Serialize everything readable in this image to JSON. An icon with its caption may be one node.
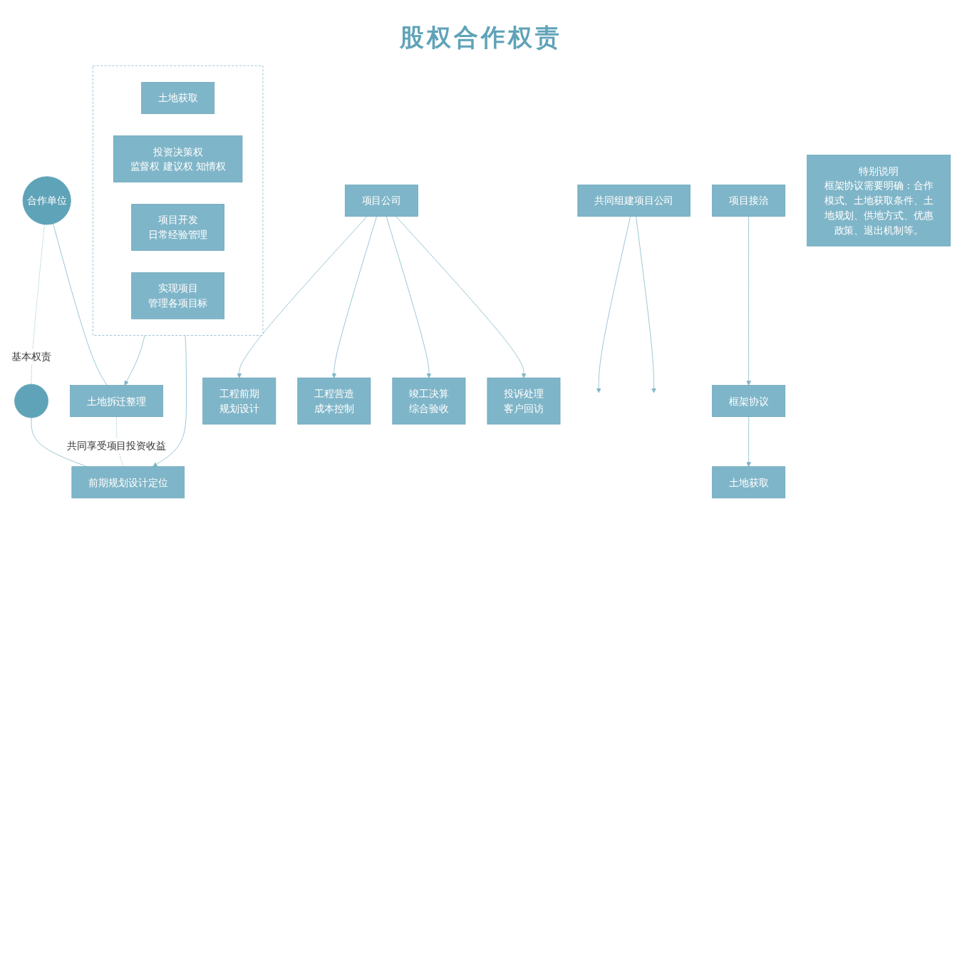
{
  "diagram": {
    "title": "股权合作权责",
    "nodes": [
      {
        "text": [
          "合作单位"
        ]
      },
      {
        "text": [],
        "shape": "circle"
      },
      {
        "text": [
          "共同组建项目公司"
        ]
      },
      {
        "text": [
          "土地拆迁整理"
        ]
      },
      {
        "text": [
          "前期规划设计定位"
        ]
      },
      {
        "text": [],
        "shape": "box"
      },
      {
        "text": [
          "土地获取"
        ],
        "in": 5
      },
      {
        "text": [
          "投资决策权",
          "监督权 建议权 知情权"
        ],
        "in": 5
      },
      {
        "text": [
          "项目开发",
          "日常经验管理"
        ],
        "in": 5
      },
      {
        "text": [
          "实现项目",
          "管理各项目标"
        ],
        "in": 5
      },
      {
        "text": [
          "项目接洽"
        ]
      },
      {
        "text": [
          "框架协议"
        ]
      },
      {
        "text": [
          "土地获取"
        ]
      },
      {
        "text": [
          "项目公司"
        ]
      },
      {
        "text": [
          "工程前期",
          "规划设计"
        ]
      },
      {
        "text": [
          "工程营造",
          "成本控制"
        ]
      },
      {
        "text": [
          "竣工决算",
          "综合验收"
        ]
      },
      {
        "text": [
          "投诉处理",
          "客户回访"
        ]
      },
      {
        "text": [
          "特别说明",
          "框架协议需要明确：合作模式、土地获取条件、土地规划、供地方式、优惠政策、退出机制等。"
        ]
      }
    ],
    "edges": [
      {
        "from": 0,
        "to": 1,
        "arrow": "none",
        "label": "基本权责",
        "style": "dashed"
      },
      {
        "from": 2,
        "to": null,
        "arrow": "to"
      },
      {
        "from": 2,
        "to": null,
        "arrow": "to"
      },
      {
        "from": 0,
        "to": 3,
        "arrow": "none"
      },
      {
        "from": 1,
        "to": 4,
        "arrow": "none"
      },
      {
        "from": 5,
        "to": 3,
        "arrow": "to"
      },
      {
        "from": 5,
        "to": 4,
        "arrow": "to"
      },
      {
        "from": 3,
        "to": 4,
        "arrow": "none",
        "label": "共同享受项目投资收益",
        "style": "dashed"
      },
      {
        "from": 10,
        "to": 11,
        "arrow": "to"
      },
      {
        "from": 11,
        "to": 12,
        "arrow": "to"
      },
      {
        "from": 13,
        "to": 14,
        "arrow": "to"
      },
      {
        "from": 13,
        "to": 15,
        "arrow": "to"
      },
      {
        "from": 13,
        "to": 16,
        "arrow": "to"
      },
      {
        "from": 13,
        "to": 17,
        "arrow": "to"
      }
    ]
  }
}
